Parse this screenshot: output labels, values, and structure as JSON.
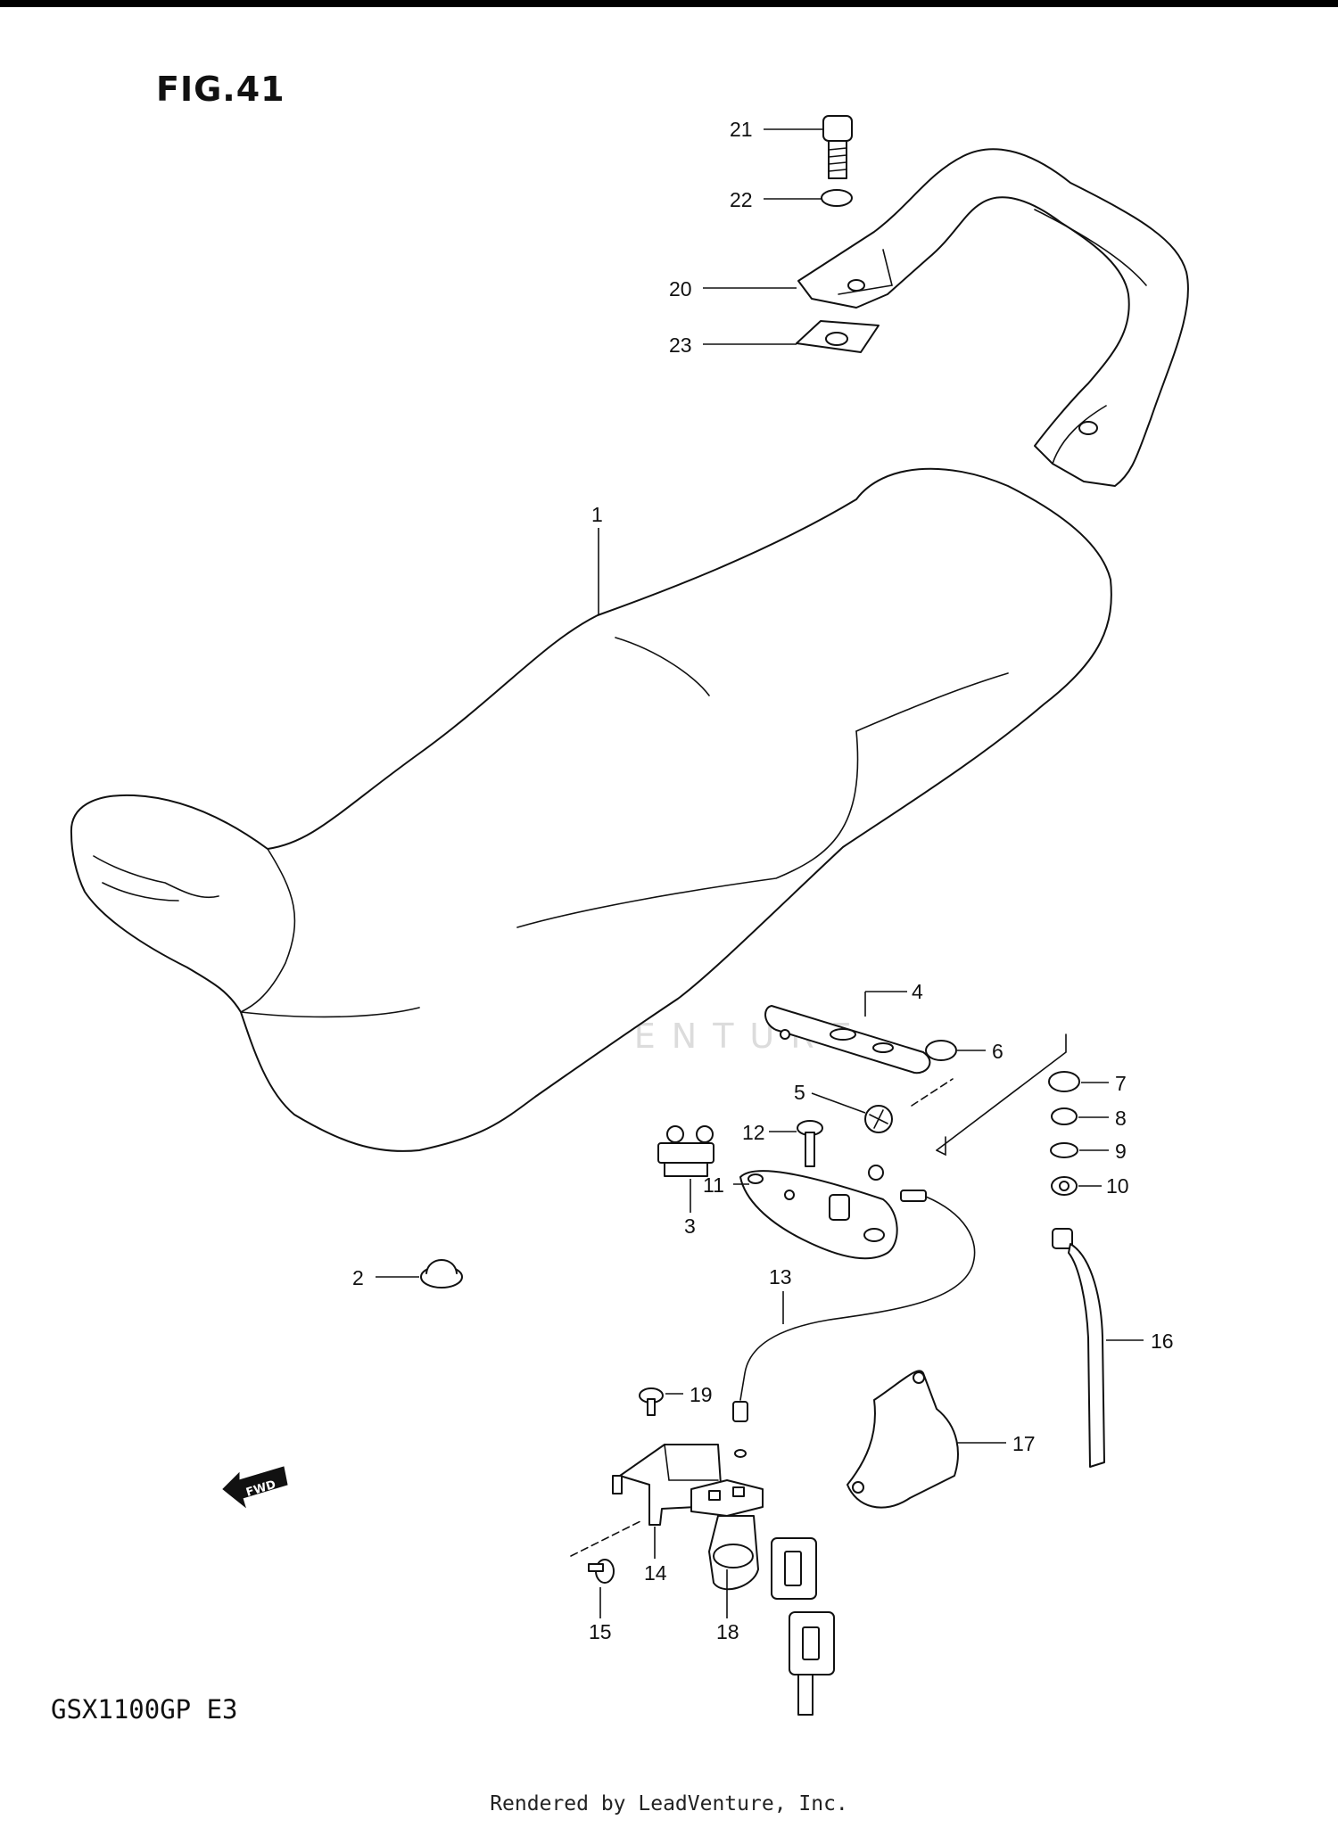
{
  "figure": {
    "title": "FIG.41"
  },
  "model_code": "GSX1100GP E3",
  "watermark": "LEADVENTURE",
  "footer": "Rendered by LeadVenture, Inc.",
  "fwd_label": "FWD",
  "callouts": [
    {
      "id": "1",
      "label": "1"
    },
    {
      "id": "2",
      "label": "2"
    },
    {
      "id": "3",
      "label": "3"
    },
    {
      "id": "4",
      "label": "4"
    },
    {
      "id": "5",
      "label": "5"
    },
    {
      "id": "6",
      "label": "6"
    },
    {
      "id": "7",
      "label": "7"
    },
    {
      "id": "8",
      "label": "8"
    },
    {
      "id": "9",
      "label": "9"
    },
    {
      "id": "10",
      "label": "10"
    },
    {
      "id": "11",
      "label": "11"
    },
    {
      "id": "12",
      "label": "12"
    },
    {
      "id": "13",
      "label": "13"
    },
    {
      "id": "14",
      "label": "14"
    },
    {
      "id": "15",
      "label": "15"
    },
    {
      "id": "16",
      "label": "16"
    },
    {
      "id": "17",
      "label": "17"
    },
    {
      "id": "18",
      "label": "18"
    },
    {
      "id": "19",
      "label": "19"
    },
    {
      "id": "20",
      "label": "20"
    },
    {
      "id": "21",
      "label": "21"
    },
    {
      "id": "22",
      "label": "22"
    },
    {
      "id": "23",
      "label": "23"
    }
  ]
}
